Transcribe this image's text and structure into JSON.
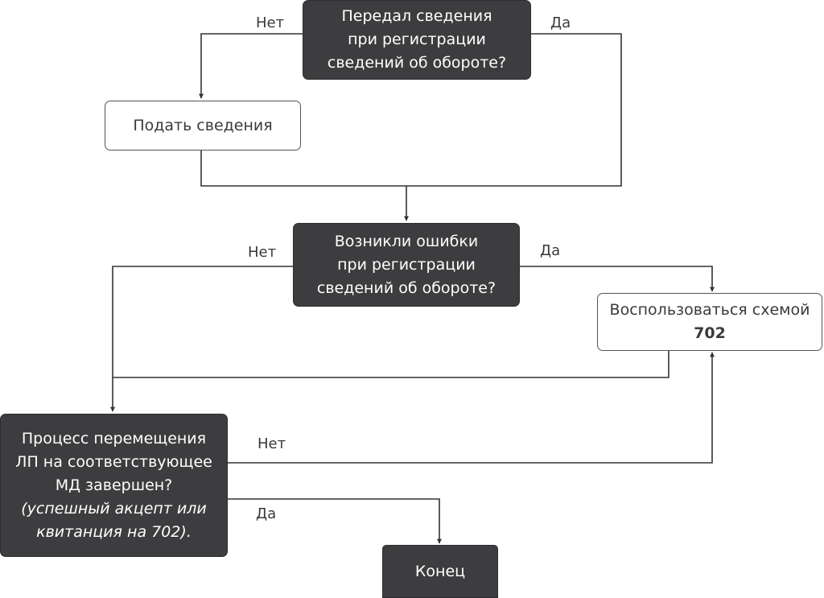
{
  "nodes": {
    "q_submitted": {
      "lines": [
        "Передал сведения",
        "при регистрации",
        "сведений об обороте?"
      ]
    },
    "submit_info": {
      "lines": [
        "Подать сведения"
      ]
    },
    "q_errors": {
      "lines": [
        "Возникли ошибки",
        "при регистрации",
        "сведений об обороте?"
      ]
    },
    "use_scheme": {
      "lines": [
        "Воспользоваться схемой",
        "702"
      ]
    },
    "q_process_done": {
      "lines": [
        "Процесс перемещения",
        "ЛП на соответствующее",
        "МД завершен?"
      ],
      "note_lines": [
        "(успешный акцепт или",
        "квитанция на 702)."
      ]
    },
    "end": {
      "lines": [
        "Конец"
      ]
    }
  },
  "edge_labels": {
    "q1_no": "Нет",
    "q1_yes": "Да",
    "q2_no": "Нет",
    "q2_yes": "Да",
    "q3_no": "Нет",
    "q3_yes": "Да"
  }
}
